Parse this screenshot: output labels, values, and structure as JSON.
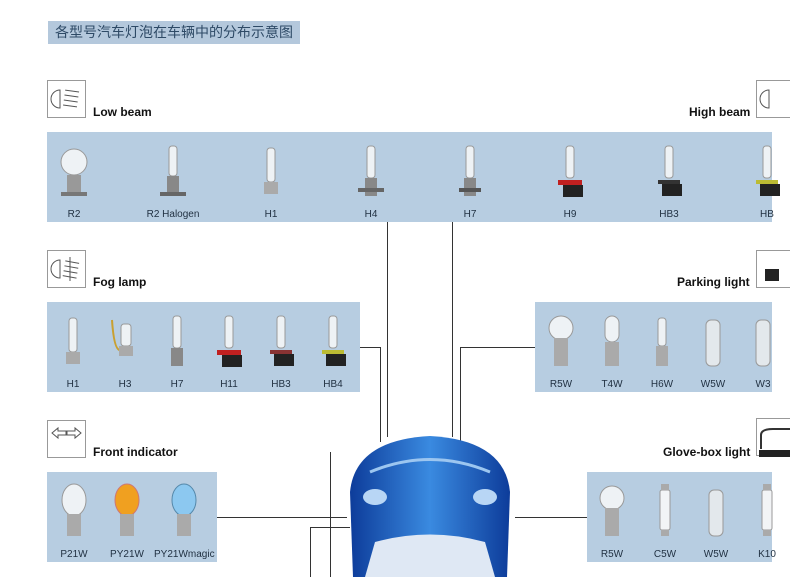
{
  "title": "各型号汽车灯泡在车辆中的分布示意图",
  "categories": {
    "low_beam": {
      "label": "Low beam",
      "bulbs": [
        "R2",
        "R2 Halogen",
        "H1",
        "H4",
        "H7",
        "H9",
        "HB3",
        "HB"
      ]
    },
    "high_beam": {
      "label": "High beam"
    },
    "fog_lamp": {
      "label": "Fog lamp",
      "bulbs": [
        "H1",
        "H3",
        "H7",
        "H11",
        "HB3",
        "HB4"
      ]
    },
    "parking_light": {
      "label": "Parking light",
      "bulbs": [
        "R5W",
        "T4W",
        "H6W",
        "W5W",
        "W3"
      ]
    },
    "front_indicator": {
      "label": "Front indicator",
      "bulbs": [
        "P21W",
        "PY21W",
        "PY21Wmagic"
      ]
    },
    "glove_box_light": {
      "label": "Glove-box light",
      "bulbs": [
        "R5W",
        "C5W",
        "W5W",
        "K10"
      ]
    }
  },
  "colors": {
    "panel": "#b7cde1",
    "car": "#1f5fc0"
  }
}
